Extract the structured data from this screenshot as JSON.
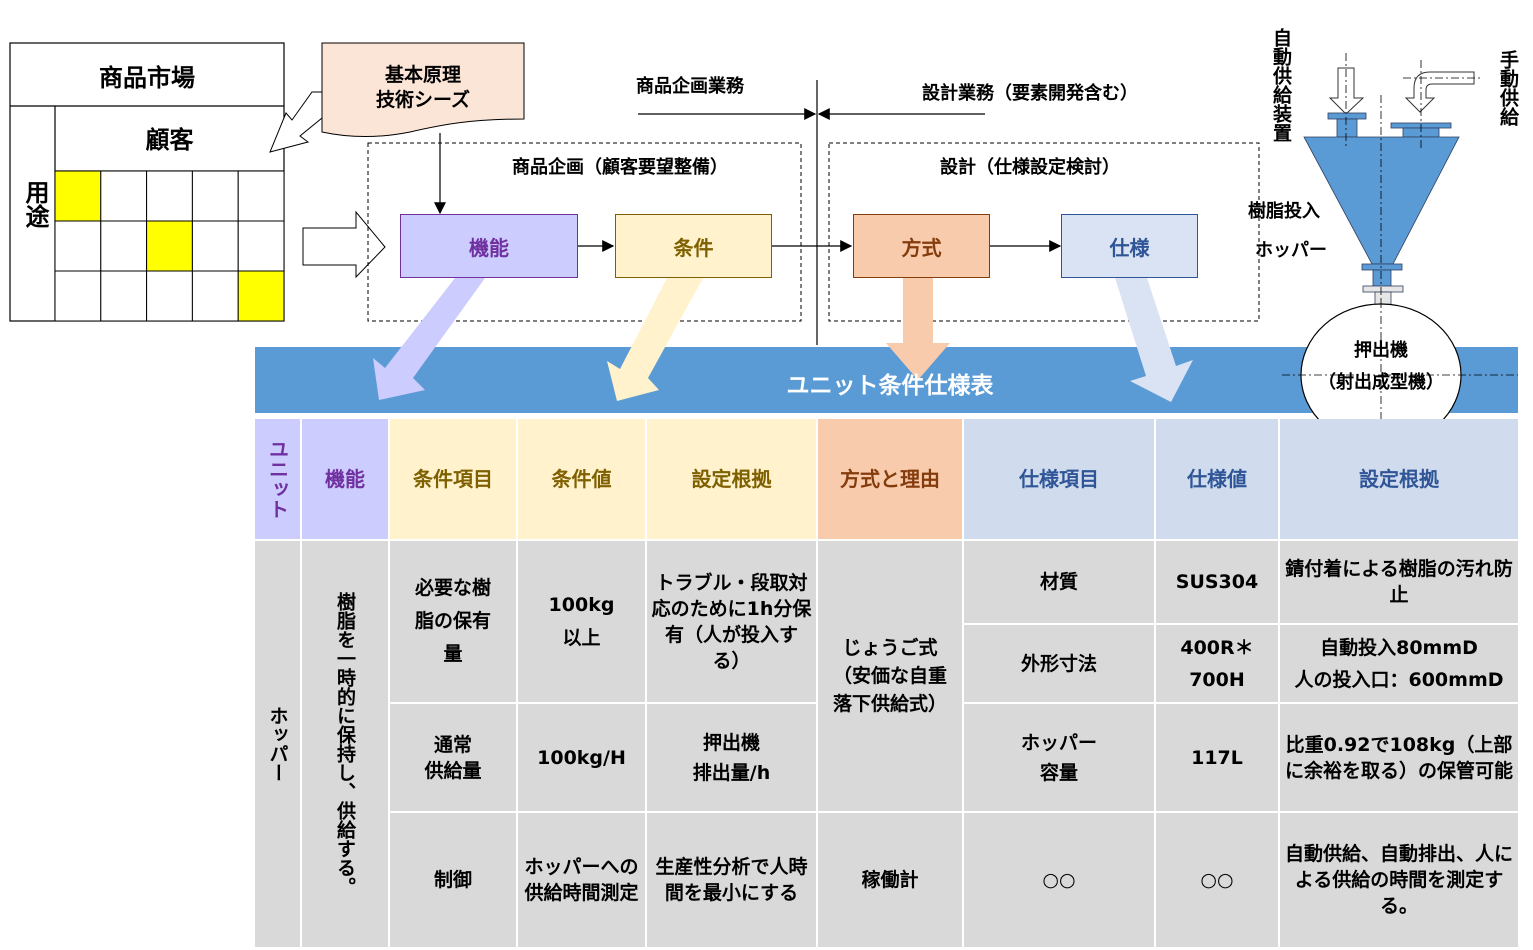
{
  "market": {
    "title": "商品市場",
    "customer_label": "顧客",
    "usage_label": "用途",
    "highlighted_cells": [
      [
        0,
        0
      ],
      [
        1,
        2
      ],
      [
        2,
        4
      ]
    ]
  },
  "seeds_note": {
    "line1": "基本原理",
    "line2": "技術シーズ"
  },
  "phases": {
    "planning_work": "商品企画業務",
    "design_work": "設計業務（要素開発含む）",
    "planning_group": "商品企画（顧客要望整備）",
    "design_group": "設計（仕様設定検討）"
  },
  "flow": {
    "function": "機能",
    "condition": "条件",
    "method": "方式",
    "spec": "仕様"
  },
  "equipment": {
    "auto_feed": "自動供給装置",
    "manual_feed": "手動供給",
    "hopper_label_1": "樹脂投入",
    "hopper_label_2": "ホッパー",
    "extruder_line1": "押出機",
    "extruder_line2": "（射出成型機）"
  },
  "table": {
    "title": "ユニット条件仕様表",
    "headers": {
      "unit": "ユニット",
      "function": "機能",
      "condition_item": "条件項目",
      "condition_value": "条件値",
      "condition_basis": "設定根拠",
      "method_reason": "方式と理由",
      "spec_item": "仕様項目",
      "spec_value": "仕様値",
      "spec_basis": "設定根拠"
    },
    "unit": "ホッパー",
    "function": "樹脂を一時的に保持し、供給する。",
    "method_1": "じょうご式\n（安価な自重落下供給式）",
    "method_2": "稼働計",
    "conditions": [
      {
        "item": "必要な樹脂の保有量",
        "value": "100kg\n以上",
        "basis": "トラブル・段取対応のために1h分保有（人が投入する）"
      },
      {
        "item": "通常\n供給量",
        "value": "100kg/H",
        "basis": "押出機\n排出量/h"
      },
      {
        "item": "制御",
        "value": "ホッパーへの供給時間測定",
        "basis": "生産性分析で人時間を最小にする"
      }
    ],
    "specs": [
      {
        "item": "材質",
        "value": "SUS304",
        "basis": "錆付着による樹脂の汚れ防止"
      },
      {
        "item": "外形寸法",
        "value": "400R＊\n700H",
        "basis": "自動投入80mmD\n人の投入口：600mmD"
      },
      {
        "item": "ホッパー\n容量",
        "value": "117L",
        "basis": "比重0.92で108kg（上部に余裕を取る）の保管可能"
      },
      {
        "item": "○○",
        "value": "○○",
        "basis": "自動供給、自動排出、人による供給の時間を測定する。"
      }
    ]
  },
  "colors": {
    "table_title_bg": "#5b9bd5",
    "purple": "#ccccff",
    "yellow": "#fff2cc",
    "orange": "#f8cbad",
    "blue": "#dae3f3",
    "body": "#d9d9d9",
    "highlight": "#ffff00"
  }
}
